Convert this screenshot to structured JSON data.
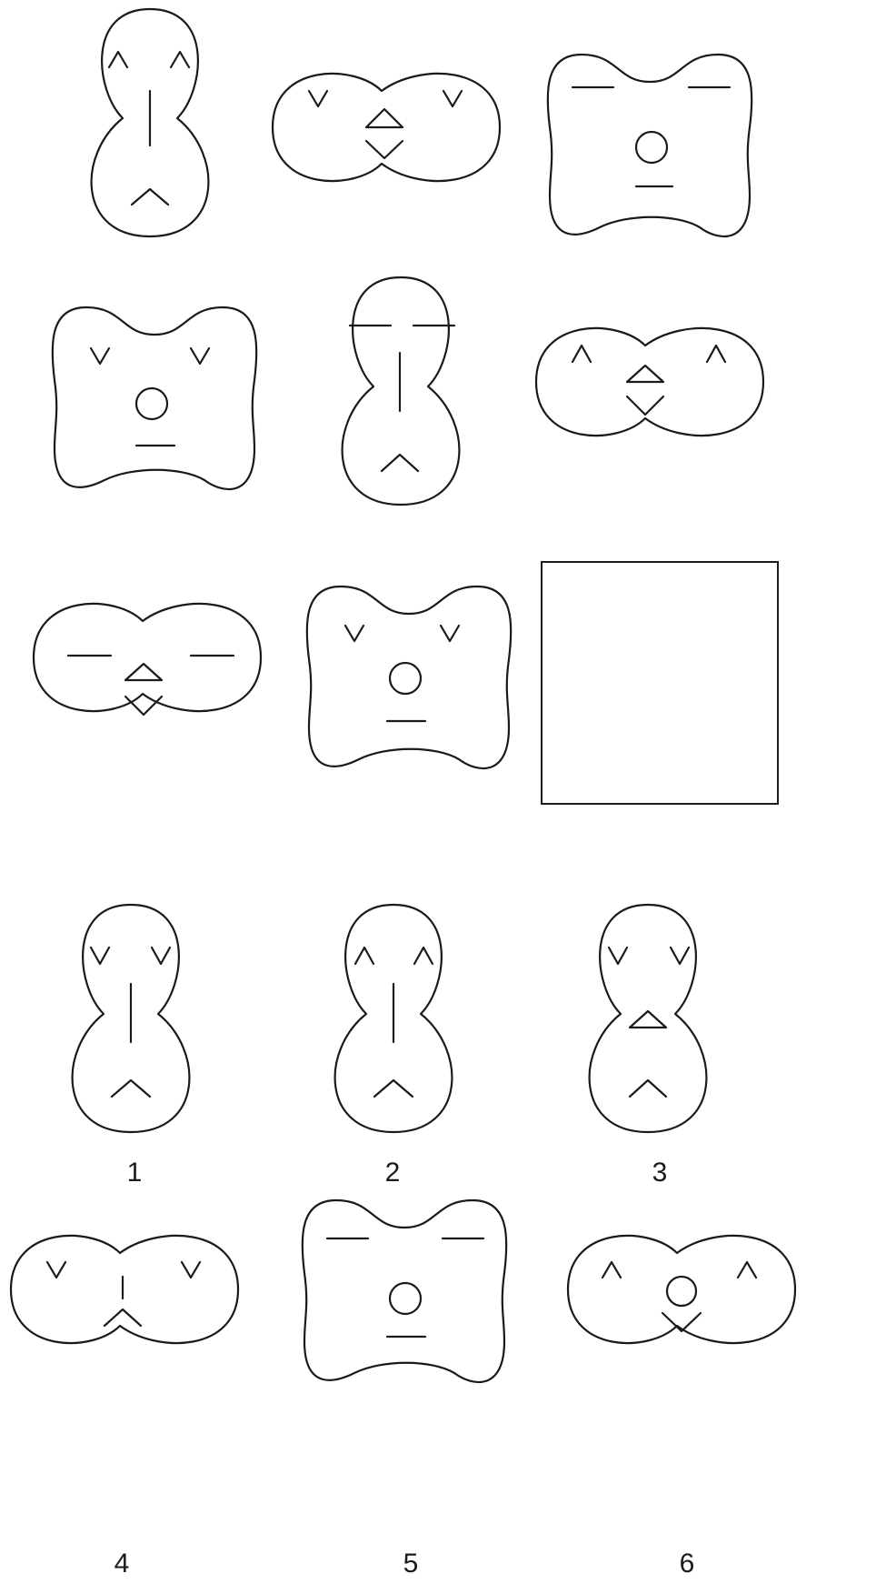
{
  "answer_labels": [
    "1",
    "2",
    "3",
    "4",
    "5",
    "6"
  ]
}
